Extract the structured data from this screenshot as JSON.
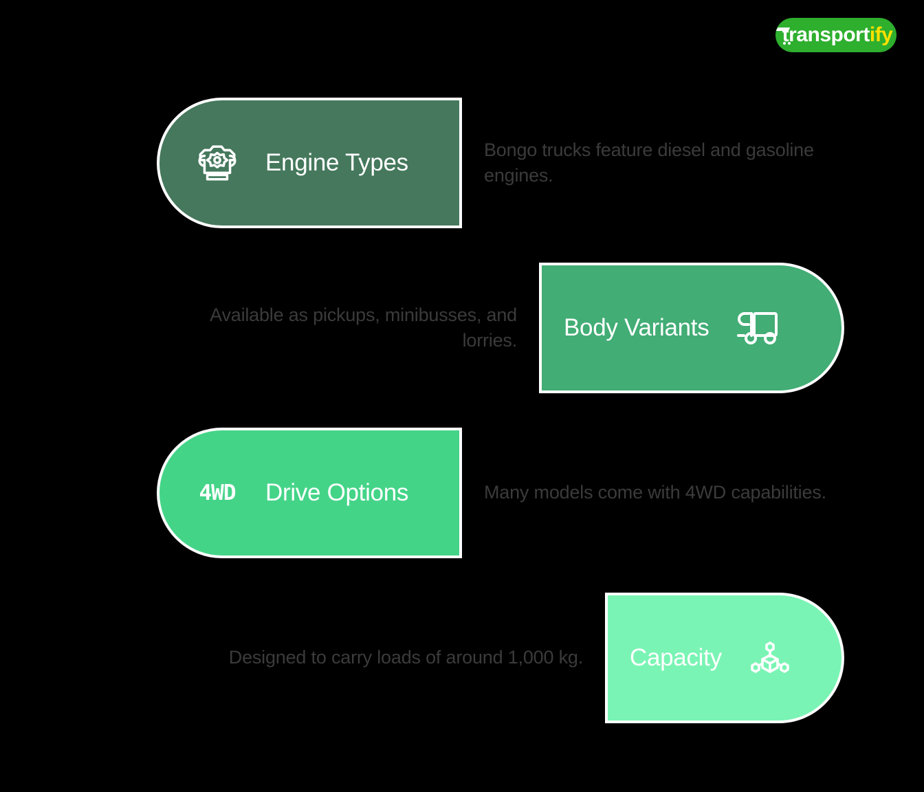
{
  "brand": {
    "logo_name": "transportify",
    "logo_text_part_a": "transport",
    "logo_text_part_b": "ify",
    "logo_bg_color": "#2EAF2E",
    "logo_text_color": "#FFFFFF",
    "logo_accent_color": "#FFE000"
  },
  "canvas": {
    "background_color": "#000000",
    "description_text_color": "#3B3B3B"
  },
  "rows": [
    {
      "id": "engine-types",
      "label": "Engine Types",
      "description": "Bongo trucks feature diesel and gasoline engines.",
      "icon": "engine-icon",
      "bar_color": "#45785C",
      "bar_side": "left",
      "icon_position": "first",
      "description_side": "right"
    },
    {
      "id": "body-variants",
      "label": "Body Variants",
      "description": "Available as pickups, minibusses, and lorries.",
      "icon": "truck-icon",
      "bar_color": "#42AD75",
      "bar_side": "right",
      "icon_position": "last",
      "description_side": "left"
    },
    {
      "id": "drive-options",
      "label": "Drive Options",
      "description": "Many models come with 4WD capabilities.",
      "icon": "4wd-text-icon",
      "icon_text": "4WD",
      "bar_color": "#44D488",
      "bar_side": "left",
      "icon_position": "first",
      "description_side": "right"
    },
    {
      "id": "capacity",
      "label": "Capacity",
      "description": "Designed to carry loads of around 1,000 kg.",
      "icon": "capacity-cube-icon",
      "bar_color": "#7AF4B4",
      "bar_side": "right",
      "icon_position": "last",
      "description_side": "left"
    }
  ]
}
